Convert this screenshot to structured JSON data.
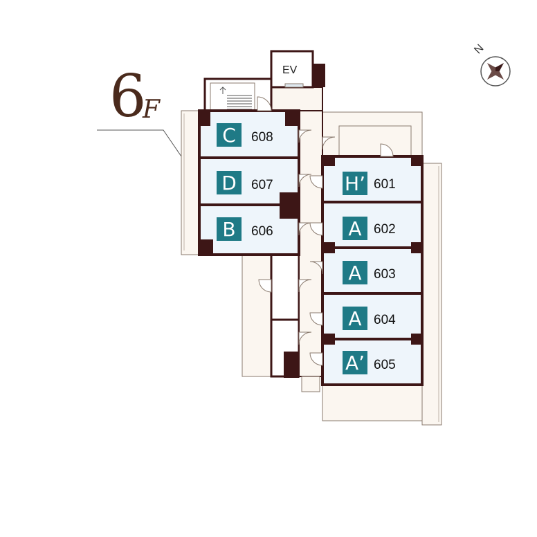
{
  "floor": {
    "number": "6",
    "suffix": "F"
  },
  "elevator": {
    "label": "EV"
  },
  "compass": {
    "north_label": "N"
  },
  "colors": {
    "wall": "#3d1616",
    "room_fill": "#eef5fb",
    "balcony_fill": "#fbf6f0",
    "badge": "#1f7a86",
    "outline": "#8a7a6e"
  },
  "units": [
    {
      "id": "608",
      "type": "C",
      "side": "west"
    },
    {
      "id": "607",
      "type": "D",
      "side": "west"
    },
    {
      "id": "606",
      "type": "B",
      "side": "west"
    },
    {
      "id": "601",
      "type": "H’",
      "side": "east"
    },
    {
      "id": "602",
      "type": "A",
      "side": "east"
    },
    {
      "id": "603",
      "type": "A",
      "side": "east"
    },
    {
      "id": "604",
      "type": "A",
      "side": "east"
    },
    {
      "id": "605",
      "type": "A’",
      "side": "east"
    }
  ]
}
